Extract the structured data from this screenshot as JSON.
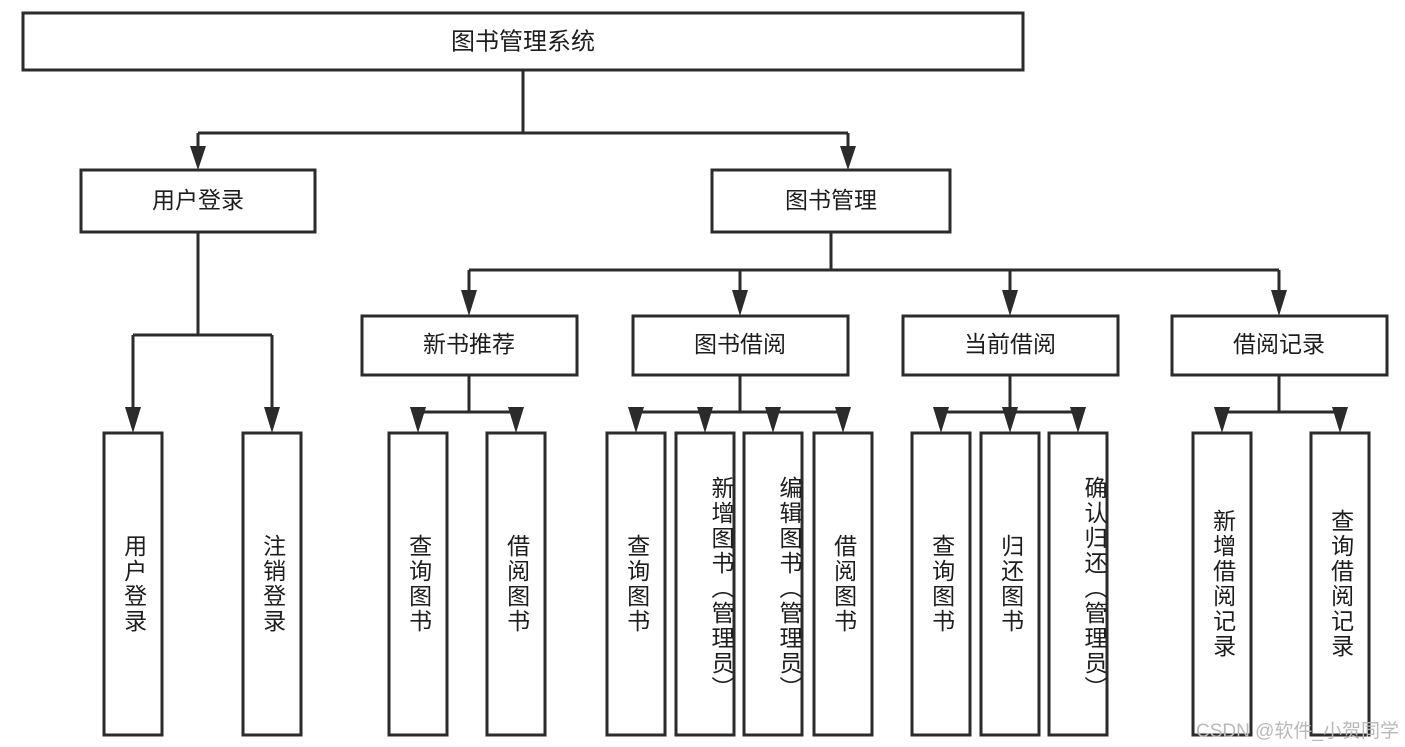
{
  "diagram": {
    "title": "图书管理系统",
    "watermark": "CSDN @软件_小贺同学",
    "colors": {
      "stroke": "#2b2b2b",
      "fill": "#ffffff",
      "text": "#1d1d1d",
      "watermark": "#b9b9b9",
      "background": "#ffffff"
    },
    "root": {
      "label": "图书管理系统"
    },
    "level1": [
      {
        "label": "用户登录"
      },
      {
        "label": "图书管理"
      }
    ],
    "level2": [
      {
        "label": "新书推荐"
      },
      {
        "label": "图书借阅"
      },
      {
        "label": "当前借阅"
      },
      {
        "label": "借阅记录"
      }
    ],
    "leaves": {
      "user_login": [
        {
          "label": "用户登录"
        },
        {
          "label": "注销登录"
        }
      ],
      "new_book_recommend": [
        {
          "label": "查询图书"
        },
        {
          "label": "借阅图书"
        }
      ],
      "book_borrow": [
        {
          "label": "查询图书"
        },
        {
          "label": "新增图书（管理员）"
        },
        {
          "label": "编辑图书（管理员）"
        },
        {
          "label": "借阅图书"
        }
      ],
      "current_borrow": [
        {
          "label": "查询图书"
        },
        {
          "label": "归还图书"
        },
        {
          "label": "确认归还（管理员）"
        }
      ],
      "borrow_record": [
        {
          "label": "新增借阅记录"
        },
        {
          "label": "查询借阅记录"
        }
      ]
    }
  }
}
